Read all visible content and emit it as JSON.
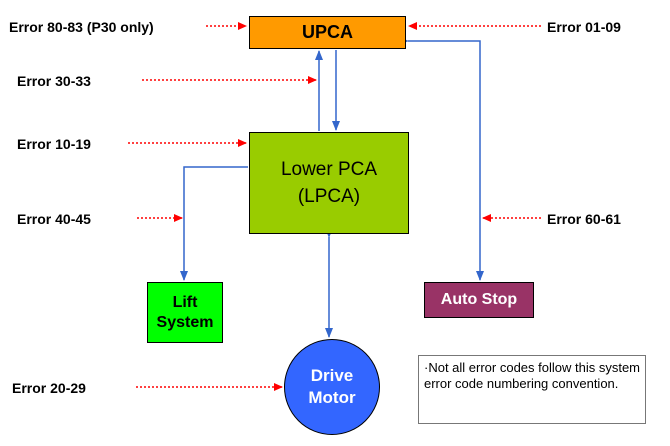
{
  "nodes": {
    "upca": "UPCA",
    "lpca_line1": "Lower PCA",
    "lpca_line2": "(LPCA)",
    "lift_line1": "Lift",
    "lift_line2": "System",
    "autostop": "Auto Stop",
    "drive_line1": "Drive",
    "drive_line2": "Motor"
  },
  "errors": {
    "e80": "Error 80-83 (P30 only)",
    "e01": "Error 01-09",
    "e30": "Error 30-33",
    "e10": "Error 10-19",
    "e40": "Error 40-45",
    "e60": "Error 60-61",
    "e20": "Error 20-29"
  },
  "note": "·Not all error codes follow this system error code numbering convention.",
  "colors": {
    "upca": "#ff9a00",
    "lpca": "#99cc00",
    "lift": "#00ff00",
    "autostop": "#993366",
    "drive": "#3366ff",
    "connector": "#3366cc",
    "error_arrow": "#ff0000"
  }
}
